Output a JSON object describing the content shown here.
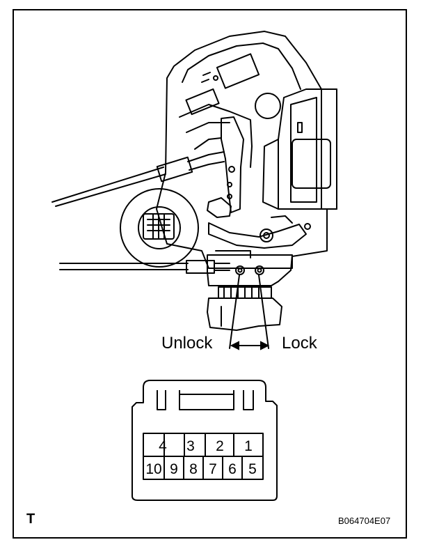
{
  "labels": {
    "unlock": "Unlock",
    "lock": "Lock",
    "view_marker": "T",
    "figure_code": "B064704E07"
  },
  "connector": {
    "top_row": [
      "4",
      "3",
      "2",
      "1"
    ],
    "bottom_row": [
      "10",
      "9",
      "8",
      "7",
      "6",
      "5"
    ]
  },
  "colors": {
    "line": "#000000",
    "background": "#ffffff"
  }
}
